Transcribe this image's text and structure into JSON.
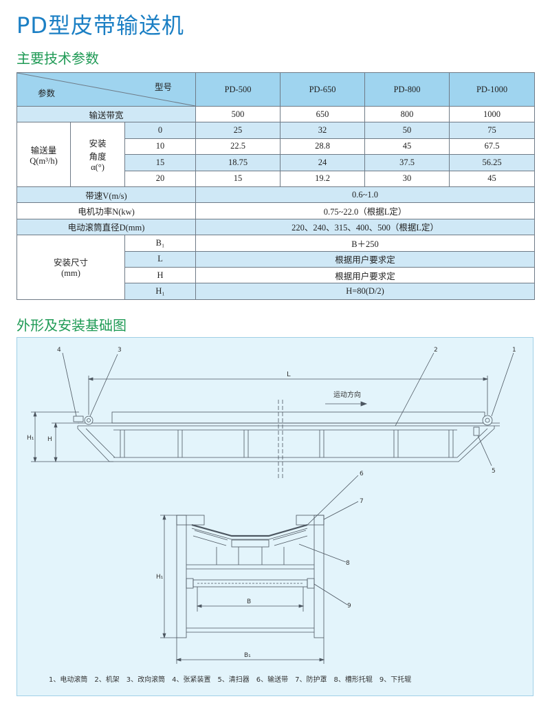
{
  "title": "PD型皮带输送机",
  "section_spec": "主要技术参数",
  "section_drawing": "外形及安装基础图",
  "table": {
    "header_model": "型号",
    "header_param": "参数",
    "models": [
      "PD-500",
      "PD-650",
      "PD-800",
      "PD-1000"
    ],
    "belt_width": {
      "label": "输送带宽",
      "values": [
        "500",
        "650",
        "800",
        "1000"
      ]
    },
    "capacity": {
      "label_line1": "输送量",
      "label_line2": "Q(m³/h)",
      "angle_line1": "安装",
      "angle_line2": "角度",
      "angle_line3": "α(°)",
      "rows": [
        {
          "angle": "0",
          "values": [
            "25",
            "32",
            "50",
            "75"
          ]
        },
        {
          "angle": "10",
          "values": [
            "22.5",
            "28.8",
            "45",
            "67.5"
          ]
        },
        {
          "angle": "15",
          "values": [
            "18.75",
            "24",
            "37.5",
            "56.25"
          ]
        },
        {
          "angle": "20",
          "values": [
            "15",
            "19.2",
            "30",
            "45"
          ]
        }
      ]
    },
    "speed": {
      "label": "带速V(m/s)",
      "value": "0.6~1.0"
    },
    "power": {
      "label": "电机功率N(kw)",
      "value": "0.75~22.0（根据L定）"
    },
    "drum": {
      "label": "电动滚筒直径D(mm)",
      "value": "220、240、315、400、500（根据L定）"
    },
    "install": {
      "label_line1": "安装尺寸",
      "label_line2": "(mm)",
      "rows": [
        {
          "key": "B₁",
          "value": "B＋250"
        },
        {
          "key": "L",
          "value": "根据用户要求定"
        },
        {
          "key": "H",
          "value": "根据用户要求定"
        },
        {
          "key": "H₁",
          "value": "H=80(D/2)"
        }
      ]
    }
  },
  "drawing": {
    "labels": {
      "n1": "1",
      "n2": "2",
      "n3": "3",
      "n4": "4",
      "n5": "5",
      "n6": "6",
      "n7": "7",
      "n8": "8",
      "n9": "9",
      "L": "L",
      "H": "H",
      "H1": "H₁",
      "H1b": "H₁",
      "B": "B",
      "B1": "B₁",
      "direction": "运动方向"
    },
    "legend": "1、电动滚筒　2、机架　3、改向滚筒　4、张紧装置　5、清扫器　6、输送带　7、防护罩　8、槽形托辊　9、下托辊"
  },
  "colors": {
    "title": "#1b7fc4",
    "subtitle": "#1f9a55",
    "header": "#9fd4ef",
    "row_alt": "#cfe8f6",
    "drawing_bg": "#e3f4fb"
  }
}
